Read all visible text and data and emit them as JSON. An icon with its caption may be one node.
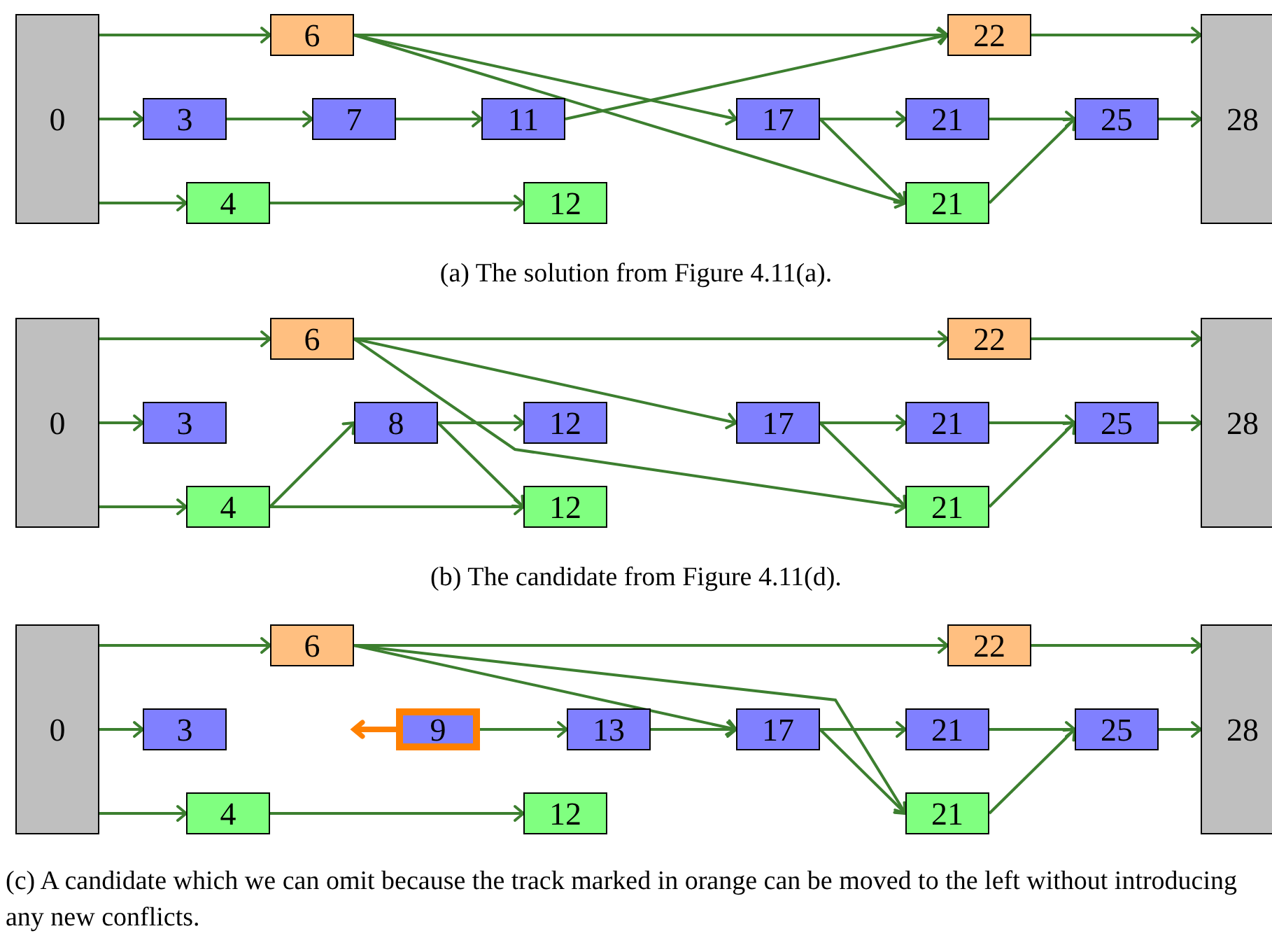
{
  "diagram": {
    "nodes": [
      {
        "text": [
          "0"
        ]
      },
      {
        "text": [
          "6"
        ]
      },
      {
        "text": [
          "22"
        ]
      },
      {
        "text": [
          "28"
        ]
      },
      {
        "text": [
          "3"
        ]
      },
      {
        "text": [
          "7"
        ]
      },
      {
        "text": [
          "11"
        ]
      },
      {
        "text": [
          "17"
        ]
      },
      {
        "text": [
          "21"
        ]
      },
      {
        "text": [
          "25"
        ]
      },
      {
        "text": [
          "4"
        ]
      },
      {
        "text": [
          "12"
        ]
      },
      {
        "text": [
          "21"
        ]
      },
      {
        "text": [
          "0"
        ]
      },
      {
        "text": [
          "6"
        ]
      },
      {
        "text": [
          "22"
        ]
      },
      {
        "text": [
          "28"
        ]
      },
      {
        "text": [
          "3"
        ]
      },
      {
        "text": [
          "8"
        ]
      },
      {
        "text": [
          "12"
        ]
      },
      {
        "text": [
          "17"
        ]
      },
      {
        "text": [
          "21"
        ]
      },
      {
        "text": [
          "25"
        ]
      },
      {
        "text": [
          "4"
        ]
      },
      {
        "text": [
          "12"
        ]
      },
      {
        "text": [
          "21"
        ]
      },
      {
        "text": [
          "0"
        ]
      },
      {
        "text": [
          "6"
        ]
      },
      {
        "text": [
          "22"
        ]
      },
      {
        "text": [
          "28"
        ]
      },
      {
        "text": [
          "3"
        ]
      },
      {
        "text": [
          "9"
        ]
      },
      {
        "text": [
          "13"
        ]
      },
      {
        "text": [
          "17"
        ]
      },
      {
        "text": [
          "21"
        ]
      },
      {
        "text": [
          "25"
        ]
      },
      {
        "text": [
          "4"
        ]
      },
      {
        "text": [
          "12"
        ]
      },
      {
        "text": [
          "21"
        ]
      }
    ],
    "edges": [
      {
        "from": 0,
        "to": 1,
        "arrow": "to"
      },
      {
        "from": 0,
        "to": 4,
        "arrow": "to"
      },
      {
        "from": 0,
        "to": 10,
        "arrow": "to"
      },
      {
        "from": 1,
        "to": 2,
        "arrow": "to"
      },
      {
        "from": 1,
        "to": 7,
        "arrow": "to"
      },
      {
        "from": 1,
        "to": 12,
        "arrow": "to"
      },
      {
        "from": 4,
        "to": 5,
        "arrow": "to"
      },
      {
        "from": 5,
        "to": 6,
        "arrow": "to"
      },
      {
        "from": 6,
        "to": 2,
        "arrow": "to"
      },
      {
        "from": 10,
        "to": 11,
        "arrow": "to"
      },
      {
        "from": 7,
        "to": 8,
        "arrow": "to"
      },
      {
        "from": 7,
        "to": 12,
        "arrow": "to"
      },
      {
        "from": 8,
        "to": 9,
        "arrow": "to"
      },
      {
        "from": 12,
        "to": 9,
        "arrow": "to"
      },
      {
        "from": 2,
        "to": 3,
        "arrow": "to"
      },
      {
        "from": 9,
        "to": 3,
        "arrow": "to"
      },
      {
        "from": 13,
        "to": 14,
        "arrow": "to"
      },
      {
        "from": 13,
        "to": 17,
        "arrow": "to"
      },
      {
        "from": 13,
        "to": 23,
        "arrow": "to"
      },
      {
        "from": 14,
        "to": 15,
        "arrow": "to"
      },
      {
        "from": 14,
        "to": 20,
        "arrow": "to"
      },
      {
        "from": 14,
        "to": 25,
        "arrow": "to"
      },
      {
        "from": 23,
        "to": 18,
        "arrow": "to"
      },
      {
        "from": 23,
        "to": 24,
        "arrow": "to"
      },
      {
        "from": 18,
        "to": 19,
        "arrow": "to"
      },
      {
        "from": 18,
        "to": 24,
        "arrow": "to"
      },
      {
        "from": 20,
        "to": 21,
        "arrow": "to"
      },
      {
        "from": 20,
        "to": 25,
        "arrow": "to"
      },
      {
        "from": 21,
        "to": 22,
        "arrow": "to"
      },
      {
        "from": 25,
        "to": 22,
        "arrow": "to"
      },
      {
        "from": 15,
        "to": 16,
        "arrow": "to"
      },
      {
        "from": 22,
        "to": 16,
        "arrow": "to"
      },
      {
        "from": 26,
        "to": 27,
        "arrow": "to"
      },
      {
        "from": 26,
        "to": 30,
        "arrow": "to"
      },
      {
        "from": 26,
        "to": 36,
        "arrow": "to"
      },
      {
        "from": 27,
        "to": 28,
        "arrow": "to"
      },
      {
        "from": 27,
        "to": 33,
        "arrow": "to"
      },
      {
        "from": 27,
        "to": 38,
        "arrow": "to"
      },
      {
        "from": 31,
        "to": null,
        "arrow": "to",
        "style": "thick",
        "color": "#ff8000"
      },
      {
        "from": 31,
        "to": 32,
        "arrow": "to"
      },
      {
        "from": 32,
        "to": 33,
        "arrow": "to"
      },
      {
        "from": 36,
        "to": 37,
        "arrow": "to"
      },
      {
        "from": 33,
        "to": 34,
        "arrow": "to"
      },
      {
        "from": 33,
        "to": 38,
        "arrow": "to"
      },
      {
        "from": 34,
        "to": 35,
        "arrow": "to"
      },
      {
        "from": 38,
        "to": 35,
        "arrow": "to"
      },
      {
        "from": 28,
        "to": 29,
        "arrow": "to"
      },
      {
        "from": 35,
        "to": 29,
        "arrow": "to"
      }
    ],
    "labels": [
      "(a) The solution from Figure 4.11(a).",
      "(b) The candidate from Figure 4.11(d).",
      "(c) A candidate which we can omit because the track marked in orange can be moved to the left without introducing any new conflicts."
    ]
  }
}
